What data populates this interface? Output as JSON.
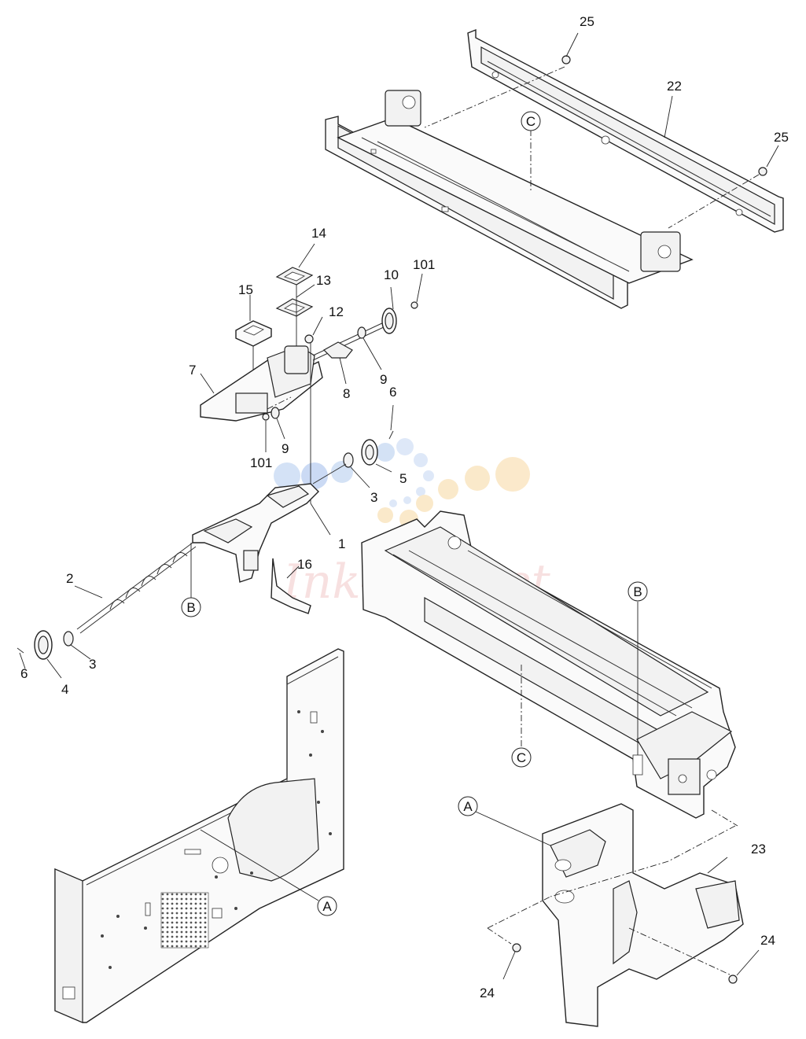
{
  "diagram": {
    "callouts": {
      "c25a": "25",
      "c22": "22",
      "c25b": "25",
      "c14": "14",
      "c13": "13",
      "c101a": "101",
      "c10": "10",
      "c15": "15",
      "c12": "12",
      "c7": "7",
      "c8": "8",
      "c9a": "9",
      "c6a": "6",
      "c9b": "9",
      "c101b": "101",
      "c5": "5",
      "c3a": "3",
      "c1": "1",
      "c16": "16",
      "c2": "2",
      "c4": "4",
      "c3b": "3",
      "c6b": "6",
      "c23": "23",
      "c24a": "24",
      "c24b": "24"
    },
    "refs": {
      "C_top": "C",
      "B_left": "B",
      "B_right": "B",
      "C_right": "C",
      "A_right": "A",
      "A_left": "A"
    }
  },
  "watermark": {
    "text": "Ink-Market",
    "colors": [
      "#a9c8f0",
      "#f6cf96",
      "#e79a9a"
    ]
  }
}
